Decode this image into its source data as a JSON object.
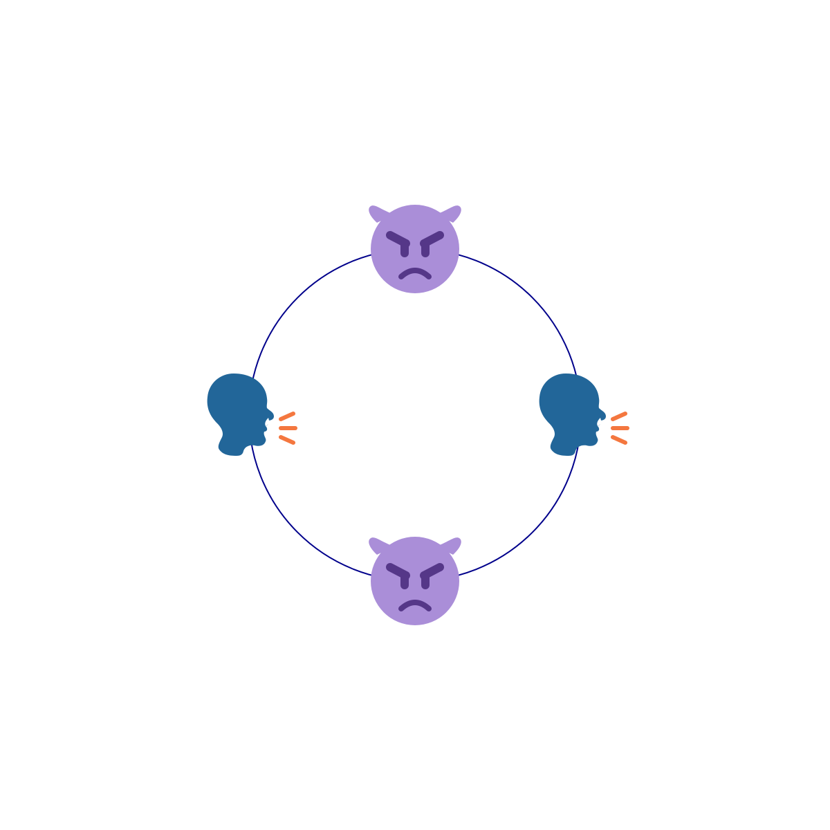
{
  "diagram": {
    "type": "cycle",
    "colors": {
      "background": "#ffffff",
      "ring": "#00008b",
      "devil_face": "#aa8ed8",
      "devil_features": "#553788",
      "head": "#226699",
      "speech_lines": "#f4773f"
    },
    "nodes": [
      {
        "id": "top",
        "icon": "smiling-devil-angry-face-icon"
      },
      {
        "id": "right",
        "icon": "speaking-head-icon"
      },
      {
        "id": "bottom",
        "icon": "smiling-devil-angry-face-icon"
      },
      {
        "id": "left",
        "icon": "speaking-head-icon"
      }
    ]
  }
}
